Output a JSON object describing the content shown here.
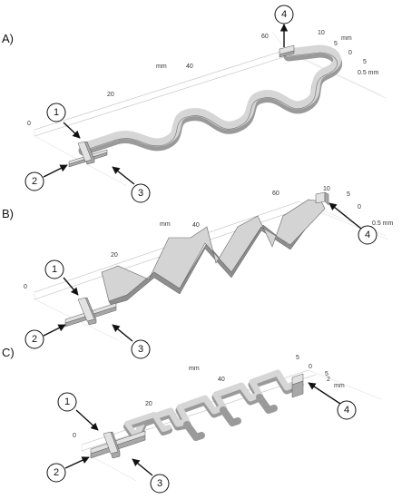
{
  "panels": [
    {
      "label": "A)",
      "ticks": [
        "0",
        "20",
        "40",
        "60",
        "mm",
        "10",
        "5",
        "0",
        "5",
        "0.5 mm",
        "mm"
      ],
      "callouts": [
        "1",
        "2",
        "3",
        "4"
      ]
    },
    {
      "label": "B)",
      "ticks": [
        "0",
        "20",
        "40",
        "60",
        "mm",
        "10",
        "5",
        "0",
        "0.5 mm"
      ],
      "callouts": [
        "1",
        "2",
        "3",
        "4"
      ]
    },
    {
      "label": "C)",
      "ticks": [
        "0",
        "20",
        "40",
        "mm",
        "5",
        "0",
        "5",
        "2",
        "mm"
      ],
      "callouts": [
        "1",
        "2",
        "3",
        "4"
      ]
    }
  ]
}
